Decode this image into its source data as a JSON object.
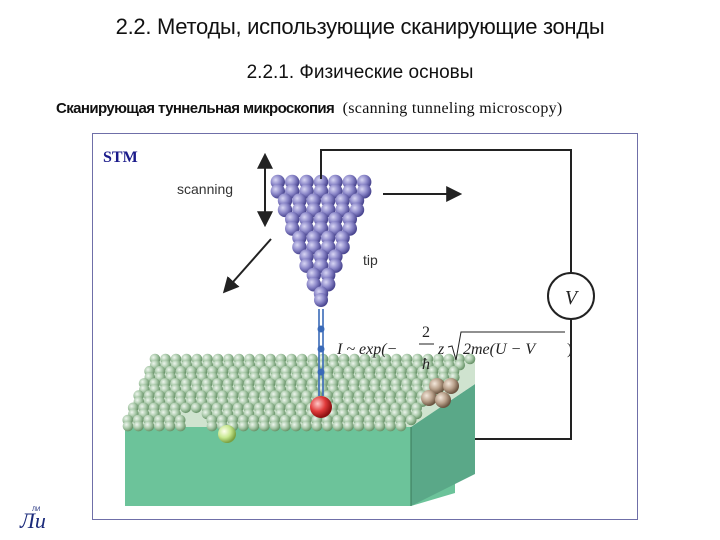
{
  "title": "2.2. Методы, использующие сканирующие зонды",
  "subtitle": "2.2.1. Физические основы",
  "section": {
    "russian": "Сканирующая туннельная микроскопия",
    "english": "(scanning tunneling microscopy)"
  },
  "diagram": {
    "label_stm": "STM",
    "label_scanning": "scanning",
    "label_tip": "tip",
    "label_voltage": "V",
    "formula": {
      "lhs": "I ~ exp(−",
      "frac_num": "2",
      "frac_den": "ħ",
      "z": "z",
      "radicand": "2me(U − V",
      "close": ")"
    }
  },
  "colors": {
    "tip_atoms": "#8a86c8",
    "surface_atoms": "#a8c8a8",
    "substrate": "#6cc39a",
    "adatom_red": "#e03a3a",
    "adatom_green": "#c8e890",
    "cluster": "#b8a08a",
    "wire": "#222222",
    "stm_label": "#1a1a8a"
  },
  "logo": {
    "mark": "Ли",
    "sub": "ЛИ"
  }
}
